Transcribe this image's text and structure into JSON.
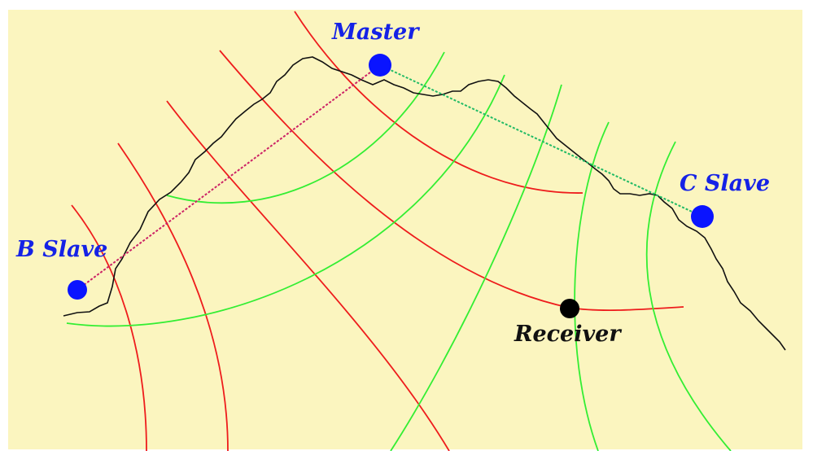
{
  "colors": {
    "background": "#fbf5bf",
    "frame": "#ffffff",
    "station": "#0a14ff",
    "station_label": "#1522e6",
    "receiver": "#000000",
    "receiver_label": "#111111",
    "red_lines": "#ee1c1c",
    "green_lines": "#33ee33",
    "coastline": "#111111",
    "baseline_b": "#cc2266",
    "baseline_c": "#22bb66"
  },
  "stations": {
    "master": {
      "label": "Master"
    },
    "b_slave": {
      "label": "B Slave"
    },
    "c_slave": {
      "label": "C Slave"
    }
  },
  "receiver": {
    "label": "Receiver"
  }
}
